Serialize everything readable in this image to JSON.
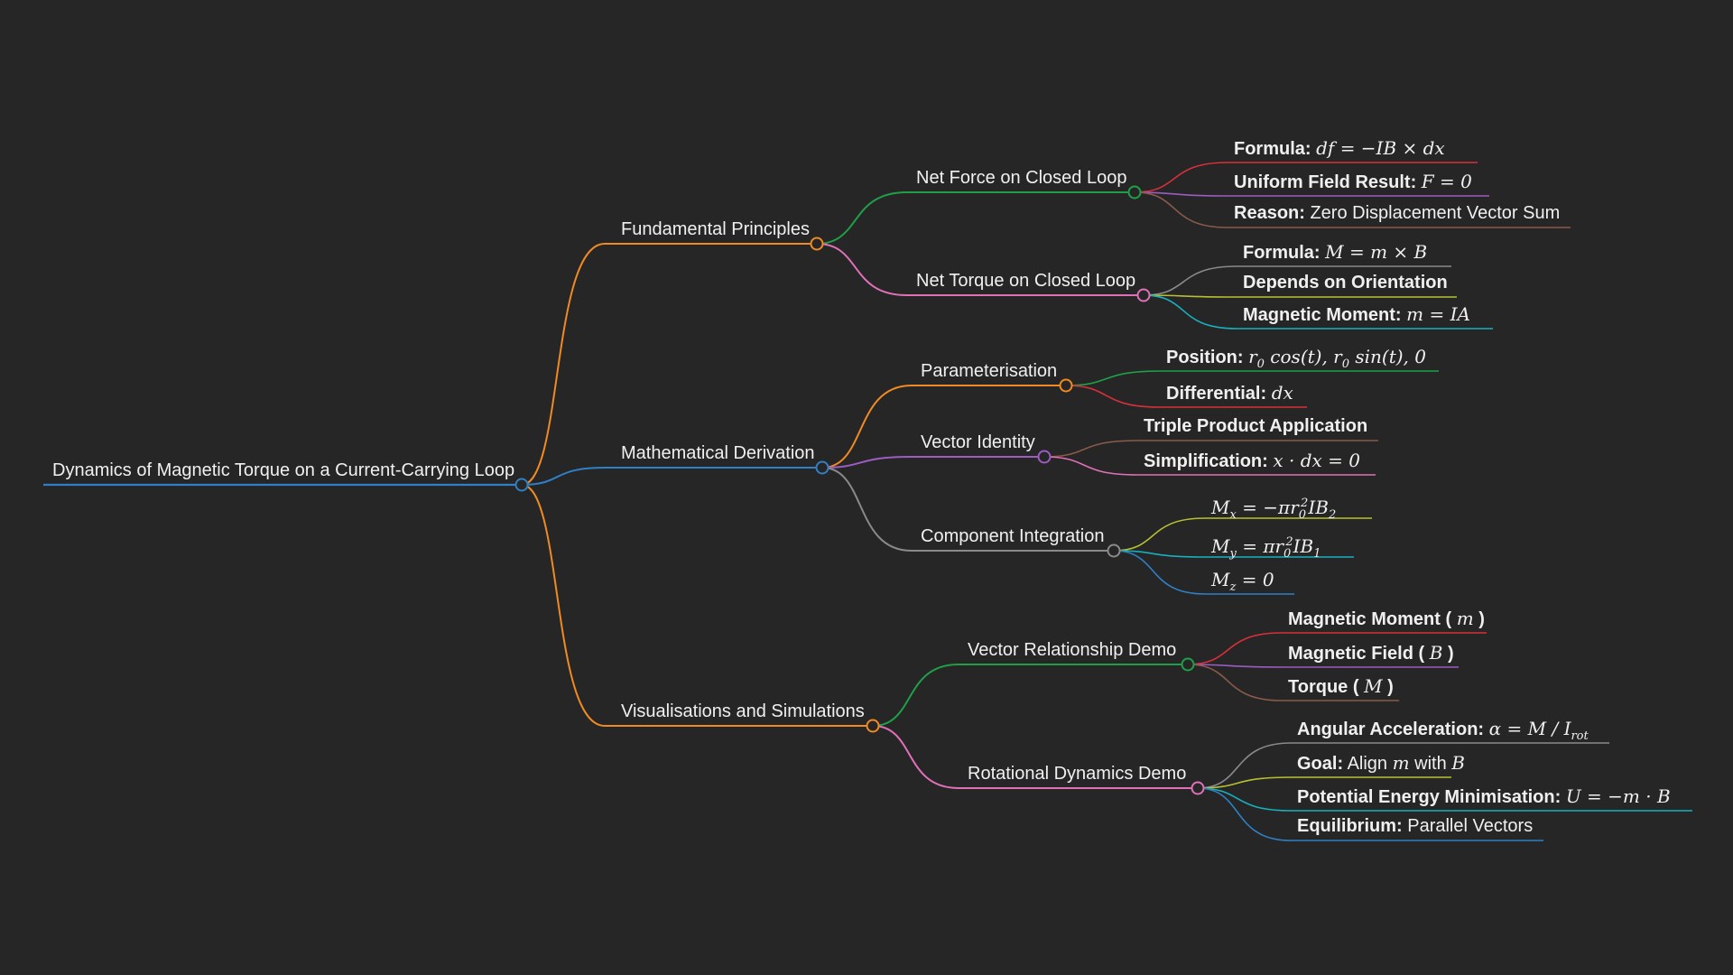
{
  "root": {
    "label": "Dynamics of Magnetic Torque on a Current-Carrying Loop",
    "color": "#2f80c6"
  },
  "branches": [
    {
      "id": "fundamental",
      "label": "Fundamental Principles",
      "color": "#f08a24",
      "children": [
        {
          "id": "net-force",
          "label": "Net Force on Closed Loop",
          "color": "#1fa048",
          "leaves": [
            {
              "label": "Formula:",
              "math": "df = −IB × dx",
              "color": "#d8303a"
            },
            {
              "label": "Uniform Field Result:",
              "math": "F = 0",
              "color": "#9c5cc2"
            },
            {
              "label": "Reason:",
              "text": "Zero Displacement Vector Sum",
              "color": "#8a5a4a"
            }
          ]
        },
        {
          "id": "net-torque",
          "label": "Net Torque on Closed Loop",
          "color": "#e070b8",
          "leaves": [
            {
              "label": "Formula:",
              "math": "M = m × B",
              "color": "#8a8a8a"
            },
            {
              "label": "Depends on Orientation",
              "color": "#b8c030"
            },
            {
              "label": "Magnetic Moment:",
              "math": "m = IA",
              "color": "#18b0c0"
            }
          ]
        }
      ]
    },
    {
      "id": "derivation",
      "label": "Mathematical Derivation",
      "color": "#2f80c6",
      "children": [
        {
          "id": "param",
          "label": "Parameterisation",
          "color": "#f08a24",
          "leaves": [
            {
              "label": "Position:",
              "math": "r₀ cos(t), r₀ sin(t), 0",
              "color": "#1fa048"
            },
            {
              "label": "Differential:",
              "math": "dx",
              "color": "#d8303a"
            }
          ]
        },
        {
          "id": "vector-identity",
          "label": "Vector Identity",
          "color": "#9c5cc2",
          "leaves": [
            {
              "label": "Triple Product Application",
              "color": "#8a5a4a"
            },
            {
              "label": "Simplification:",
              "math": "x · dx = 0",
              "color": "#e070b8"
            }
          ]
        },
        {
          "id": "component",
          "label": "Component Integration",
          "color": "#8a8a8a",
          "leaves": [
            {
              "math": "Mₓ = −πr₀²IB₂",
              "color": "#b8c030"
            },
            {
              "math": "M_y = πr₀²IB₁",
              "color": "#18b0c0"
            },
            {
              "math": "M_z = 0",
              "color": "#2f80c6"
            }
          ]
        }
      ]
    },
    {
      "id": "visual",
      "label": "Visualisations and Simulations",
      "color": "#f08a24",
      "children": [
        {
          "id": "vector-demo",
          "label": "Vector Relationship Demo",
          "color": "#1fa048",
          "leaves": [
            {
              "label": "Magnetic Moment (",
              "math": "m",
              "suffix": ")",
              "color": "#d8303a"
            },
            {
              "label": "Magnetic Field (",
              "math": "B",
              "suffix": ")",
              "color": "#9c5cc2"
            },
            {
              "label": "Torque (",
              "math": "M",
              "suffix": ")",
              "color": "#8a5a4a"
            }
          ]
        },
        {
          "id": "rot-demo",
          "label": "Rotational Dynamics Demo",
          "color": "#e070b8",
          "leaves": [
            {
              "label": "Angular Acceleration:",
              "math": "α = M / I_rot",
              "color": "#8a8a8a"
            },
            {
              "label": "Goal:",
              "text": "Align",
              "math": "m",
              "text2": "with",
              "math2": "B",
              "color": "#b8c030"
            },
            {
              "label": "Potential Energy Minimisation:",
              "math": "U = −m · B",
              "color": "#18b0c0"
            },
            {
              "label": "Equilibrium:",
              "text": "Parallel Vectors",
              "color": "#2f80c6"
            }
          ]
        }
      ]
    }
  ]
}
